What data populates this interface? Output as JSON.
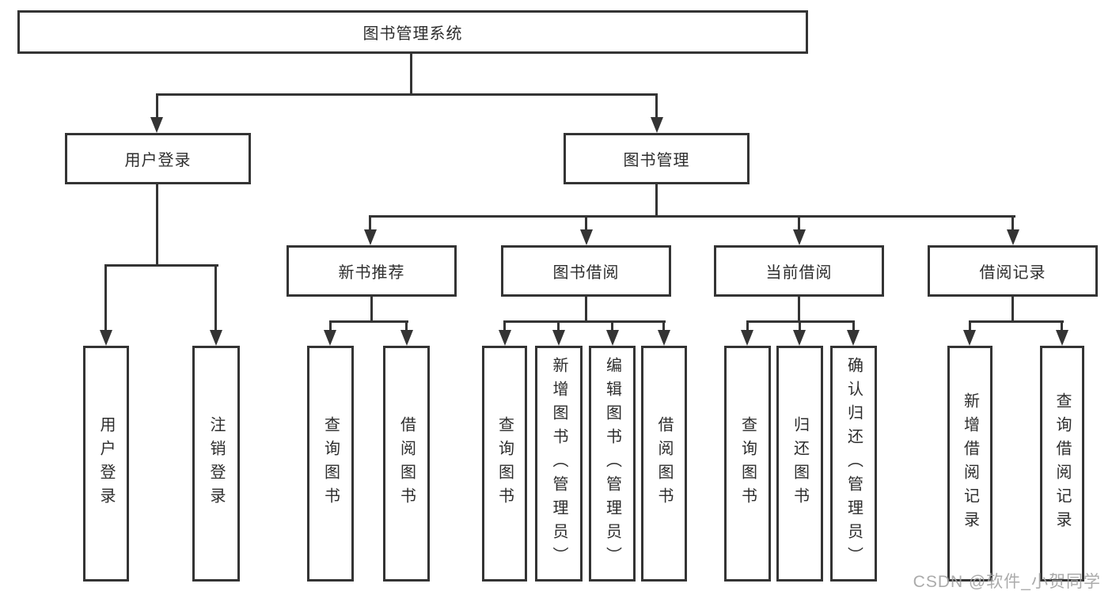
{
  "colors": {
    "background": "#ffffff",
    "line": "#343434",
    "text": "#2d2d2d",
    "watermark": "#a2a2a2"
  },
  "diagram": {
    "title": "图书管理系统",
    "root": {
      "label": "图书管理系统"
    },
    "level2": [
      {
        "id": "user-login",
        "label": "用户登录",
        "parent": "图书管理系统"
      },
      {
        "id": "book-management",
        "label": "图书管理",
        "parent": "图书管理系统"
      }
    ],
    "level3": [
      {
        "id": "new-book-recommend",
        "label": "新书推荐",
        "parent": "图书管理"
      },
      {
        "id": "book-borrow",
        "label": "图书借阅",
        "parent": "图书管理"
      },
      {
        "id": "current-borrow",
        "label": "当前借阅",
        "parent": "图书管理"
      },
      {
        "id": "borrow-records",
        "label": "借阅记录",
        "parent": "图书管理"
      }
    ],
    "leaves": [
      {
        "label": "用户登录",
        "parent": "用户登录"
      },
      {
        "label": "注销登录",
        "parent": "用户登录"
      },
      {
        "label": "查询图书",
        "parent": "新书推荐"
      },
      {
        "label": "借阅图书",
        "parent": "新书推荐"
      },
      {
        "label": "查询图书",
        "parent": "图书借阅"
      },
      {
        "label": "新增图书（管理员）",
        "parent": "图书借阅"
      },
      {
        "label": "编辑图书（管理员）",
        "parent": "图书借阅"
      },
      {
        "label": "借阅图书",
        "parent": "图书借阅"
      },
      {
        "label": "查询图书",
        "parent": "当前借阅"
      },
      {
        "label": "归还图书",
        "parent": "当前借阅"
      },
      {
        "label": "确认归还（管理员）",
        "parent": "当前借阅"
      },
      {
        "label": "新增借阅记录",
        "parent": "借阅记录"
      },
      {
        "label": "查询借阅记录",
        "parent": "借阅记录"
      }
    ]
  },
  "watermark": {
    "text": "CSDN @软件_小贺同学"
  }
}
